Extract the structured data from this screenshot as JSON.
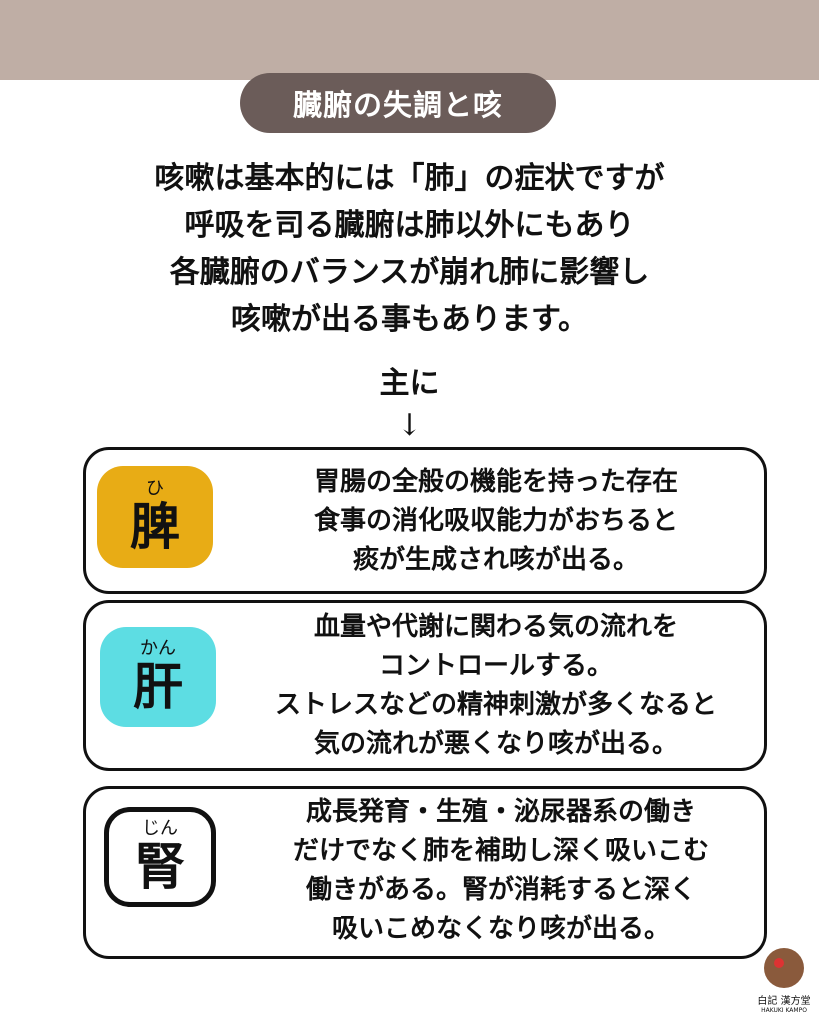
{
  "title": "臓腑の失調と咳",
  "intro": [
    "咳嗽は基本的には「肺」の症状ですが",
    "呼吸を司る臓腑は肺以外にもあり",
    "各臓腑のバランスが崩れ肺に影響し",
    "咳嗽が出る事もあります。"
  ],
  "mainly": "主に",
  "arrow": "↓",
  "organs": [
    {
      "kanji": "脾",
      "ruby": "ひ",
      "color": "#e8ac15",
      "lines": [
        "胃腸の全般の機能を持った存在",
        "食事の消化吸収能力がおちると",
        "痰が生成され咳が出る。"
      ]
    },
    {
      "kanji": "肝",
      "ruby": "かん",
      "color": "#5ddde3",
      "lines": [
        "血量や代謝に関わる気の流れを",
        "コントロールする。",
        "ストレスなどの精神刺激が多くなると",
        "気の流れが悪くなり咳が出る。"
      ]
    },
    {
      "kanji": "腎",
      "ruby": "じん",
      "color": "#ffffff",
      "lines": [
        "成長発育・生殖・泌尿器系の働き",
        "だけでなく肺を補助し深く吸いこむ",
        "働きがある。腎が消耗すると深く",
        "吸いこめなくなり咳が出る。"
      ]
    }
  ],
  "logo": {
    "jp": "白記 漢方堂",
    "en": "HAKUKI KAMPO"
  }
}
